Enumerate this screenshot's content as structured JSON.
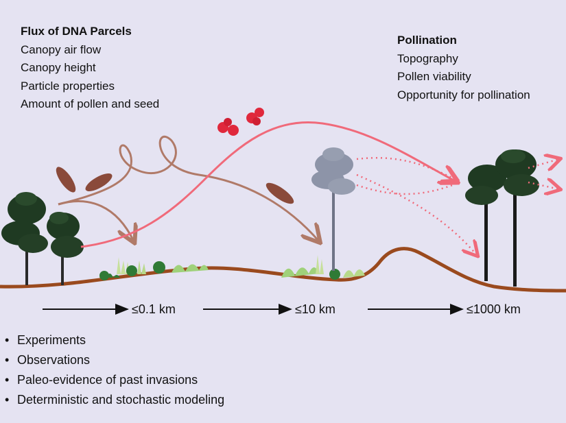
{
  "flux": {
    "heading": "Flux of DNA Parcels",
    "items": [
      "Canopy air flow",
      "Canopy height",
      "Particle properties",
      "Amount of pollen and seed"
    ]
  },
  "pollination": {
    "heading": "Pollination",
    "items": [
      "Topography",
      "Pollen viability",
      "Opportunity for pollination"
    ]
  },
  "distances": [
    "≤0.1 km",
    "≤10 km",
    "≤1000 km"
  ],
  "methods": [
    "Experiments",
    "Observations",
    "Paleo-evidence of past invasions",
    "Deterministic and stochastic modeling"
  ],
  "colors": {
    "background": "#e5e3f2",
    "seed_path": "#b07a68",
    "pollen_path": "#f06a7a",
    "pollen_grain": "#e0283c",
    "ground": "#9a4a1e",
    "tree_dark": "#1f3a22",
    "tree_grey": "#8d94a8",
    "grass": "#9fd17a"
  },
  "icons": [
    "seed-icon",
    "pollen-icon",
    "pine-tree-icon",
    "shrub-icon",
    "arrow-icon"
  ]
}
